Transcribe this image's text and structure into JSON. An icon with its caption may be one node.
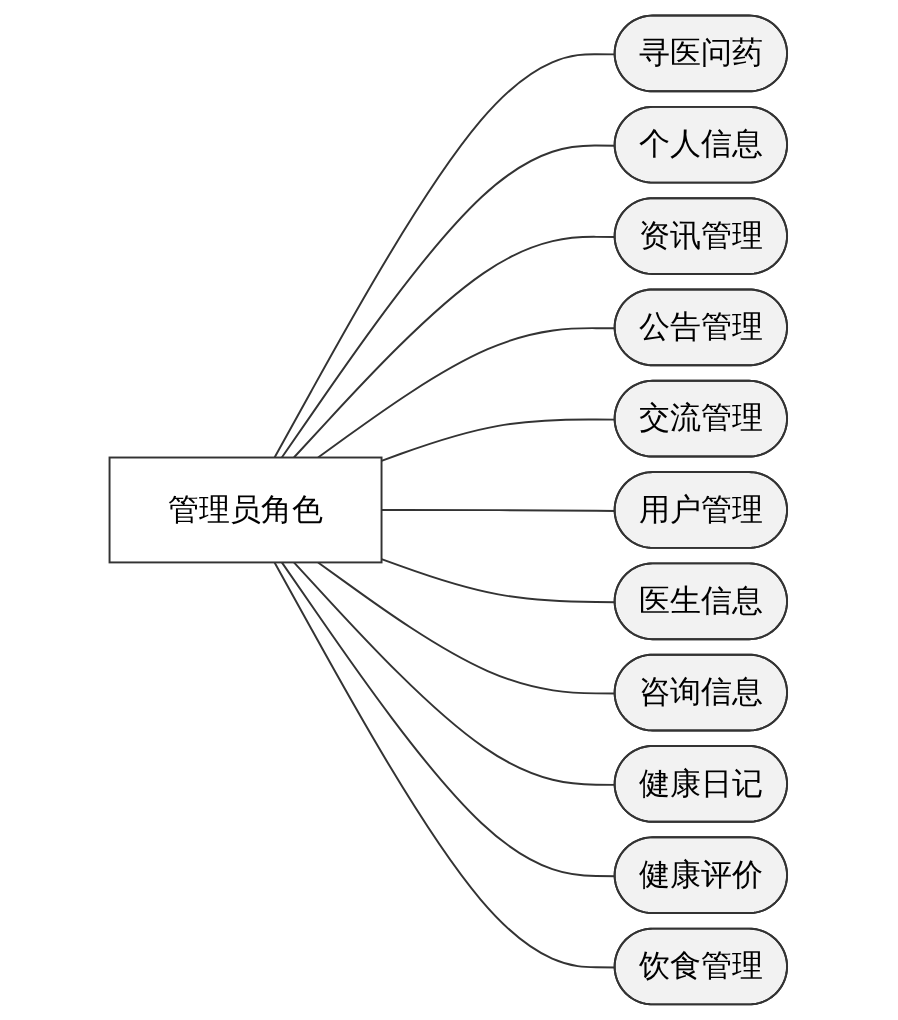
{
  "diagram": {
    "nodes": [
      {
        "text": [
          "管理员角色"
        ]
      },
      {
        "text": [
          "寻医问药"
        ]
      },
      {
        "text": [
          "个人信息"
        ]
      },
      {
        "text": [
          "资讯管理"
        ]
      },
      {
        "text": [
          "公告管理"
        ]
      },
      {
        "text": [
          "交流管理"
        ]
      },
      {
        "text": [
          "用户管理"
        ]
      },
      {
        "text": [
          "医生信息"
        ]
      },
      {
        "text": [
          "咨询信息"
        ]
      },
      {
        "text": [
          "健康日记"
        ]
      },
      {
        "text": [
          "健康评价"
        ]
      },
      {
        "text": [
          "饮食管理"
        ]
      }
    ],
    "edges": [
      {
        "from": 0,
        "to": 1,
        "arrow": "none"
      },
      {
        "from": 0,
        "to": 2,
        "arrow": "none"
      },
      {
        "from": 0,
        "to": 3,
        "arrow": "none"
      },
      {
        "from": 0,
        "to": 4,
        "arrow": "none"
      },
      {
        "from": 0,
        "to": 5,
        "arrow": "none"
      },
      {
        "from": 0,
        "to": 6,
        "arrow": "none"
      },
      {
        "from": 0,
        "to": 7,
        "arrow": "none"
      },
      {
        "from": 0,
        "to": 8,
        "arrow": "none"
      },
      {
        "from": 0,
        "to": 9,
        "arrow": "none"
      },
      {
        "from": 0,
        "to": 10,
        "arrow": "none"
      },
      {
        "from": 0,
        "to": 11,
        "arrow": "none"
      }
    ]
  }
}
